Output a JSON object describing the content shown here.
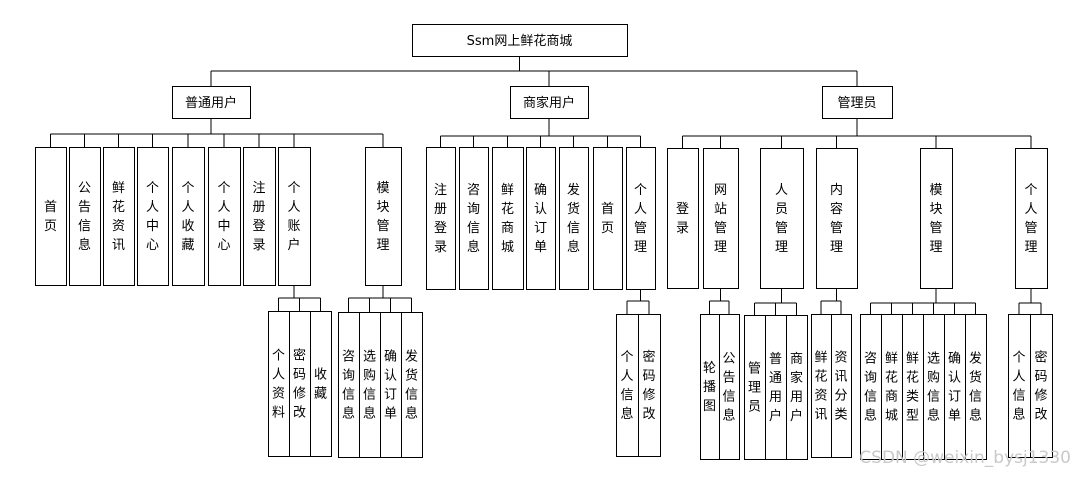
{
  "diagram": {
    "root": {
      "label": "Ssm网上鲜花商城"
    },
    "branches": [
      {
        "label": "普通用户",
        "children": [
          {
            "label": "首页"
          },
          {
            "label": "公告信息"
          },
          {
            "label": "鲜花资讯"
          },
          {
            "label": "个人中心"
          },
          {
            "label": "个人收藏"
          },
          {
            "label": "个人中心"
          },
          {
            "label": "注册登录"
          },
          {
            "label": "个人账户",
            "children": [
              {
                "label": "个人资料"
              },
              {
                "label": "密码修改"
              },
              {
                "label": "收藏"
              }
            ]
          },
          {
            "label": "模块管理",
            "children": [
              {
                "label": "咨询信息"
              },
              {
                "label": "选购信息"
              },
              {
                "label": "确认订单"
              },
              {
                "label": "发货信息"
              }
            ]
          }
        ]
      },
      {
        "label": "商家用户",
        "children": [
          {
            "label": "注册登录"
          },
          {
            "label": "咨询信息"
          },
          {
            "label": "鲜花商城"
          },
          {
            "label": "确认订单"
          },
          {
            "label": "发货信息"
          },
          {
            "label": "首页"
          },
          {
            "label": "个人管理",
            "children": [
              {
                "label": "个人信息"
              },
              {
                "label": "密码修改"
              }
            ]
          }
        ]
      },
      {
        "label": "管理员",
        "children": [
          {
            "label": "登录"
          },
          {
            "label": "网站管理",
            "children": [
              {
                "label": "轮播图"
              },
              {
                "label": "公告信息"
              }
            ]
          },
          {
            "label": "人员管理",
            "children": [
              {
                "label": "管理员"
              },
              {
                "label": "普通用户"
              },
              {
                "label": "商家用户"
              }
            ]
          },
          {
            "label": "内容管理",
            "children": [
              {
                "label": "鲜花资讯"
              },
              {
                "label": "资讯分类"
              }
            ]
          },
          {
            "label": "模块管理",
            "children": [
              {
                "label": "咨询信息"
              },
              {
                "label": "鲜花商城"
              },
              {
                "label": "鲜花类型"
              },
              {
                "label": "选购信息"
              },
              {
                "label": "确认订单"
              },
              {
                "label": "发货信息"
              }
            ]
          },
          {
            "label": "个人管理",
            "children": [
              {
                "label": "个人信息"
              },
              {
                "label": "密码修改"
              }
            ]
          }
        ]
      }
    ]
  },
  "watermark": "CSDN @weixin_bysj1330"
}
